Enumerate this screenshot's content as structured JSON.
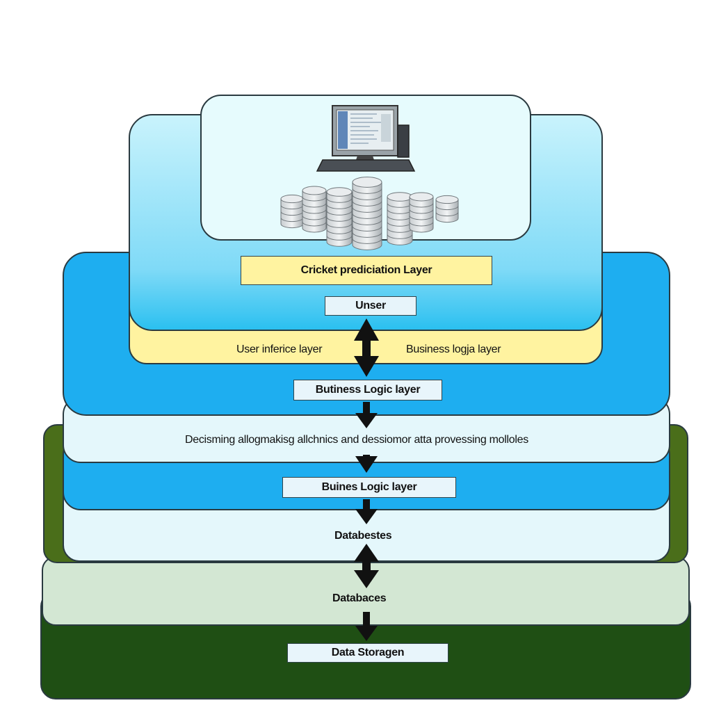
{
  "layers": {
    "top_label": "Cricket prediciation Layer",
    "user_label": "Unser",
    "user_interface_text": "User inferice layer",
    "business_logic_right_text": "Business logja layer",
    "business_logic_label_1": "Butiness Logic layer",
    "processing_text": "Decisming allogmakisg allchnics and dessiomor atta provessing molloles",
    "business_logic_label_2": "Buines Logic layer",
    "databases_text_1": "Databestes",
    "databases_text_2": "Databaces",
    "storage_label": "Data Storagen"
  },
  "icons": {
    "computer": "computer-monitor-icon",
    "database": "database-stack-icon",
    "arrow": "double-arrow-icon"
  },
  "colors": {
    "top_card": "#bfeffb",
    "inner_card": "#e6fbfd",
    "yellow": "#fff3a0",
    "blue": "#1eaef0",
    "light_band": "#e4f7fb",
    "green_dark": "#4a6e1a",
    "green_pale": "#d3e7d3",
    "green_deep": "#1f4f14"
  }
}
